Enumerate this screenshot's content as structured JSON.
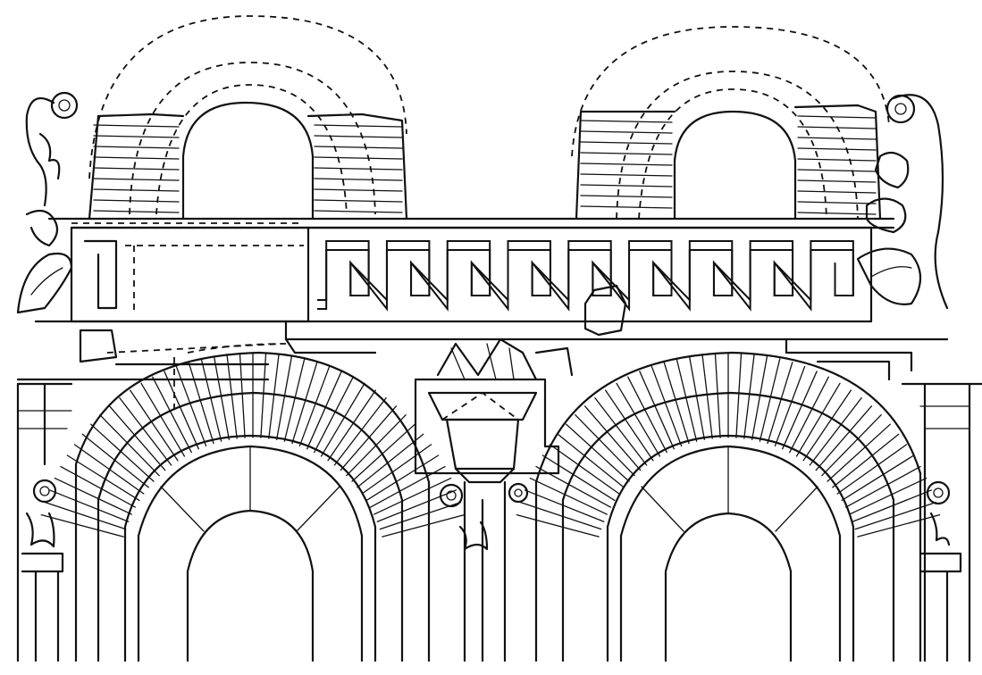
{
  "drawing": {
    "subject": "",
    "ink_color": "#111111",
    "paper_color": "#ffffff",
    "bays": 2,
    "upper_arches": 2,
    "lower_windows": 2,
    "fret_frieze_units": 9,
    "volute_capitals": 4
  }
}
